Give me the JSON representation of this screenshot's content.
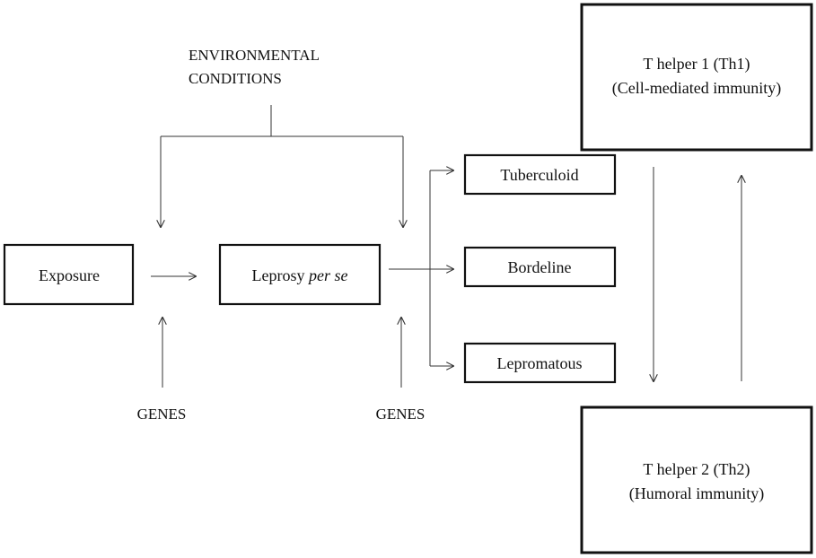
{
  "environment": {
    "line1": "ENVIRONMENTAL",
    "line2": "CONDITIONS"
  },
  "stages": {
    "exposure": "Exposure",
    "leprosy_main": "Leprosy ",
    "leprosy_italic": "per se"
  },
  "genes": {
    "left": "GENES",
    "right": "GENES"
  },
  "forms": {
    "tuberculoid": "Tuberculoid",
    "borderline": "Bordeline",
    "lepromatous": "Lepromatous"
  },
  "th1": {
    "line1": "T helper 1 (Th1)",
    "line2": "(Cell-mediated immunity)"
  },
  "th2": {
    "line1": "T helper 2 (Th2)",
    "line2": "(Humoral immunity)"
  }
}
